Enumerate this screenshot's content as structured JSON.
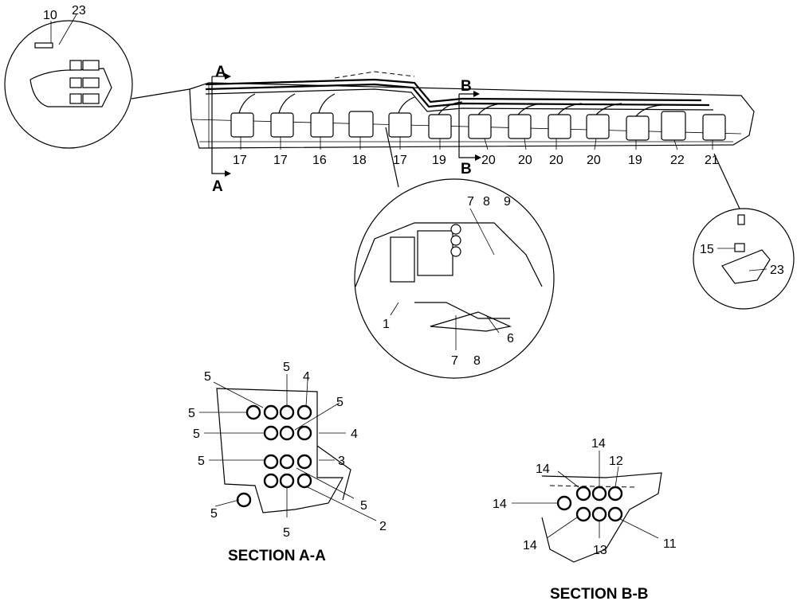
{
  "section_markers": {
    "a_top": "A",
    "a_bottom": "A",
    "b_top": "B",
    "b_bottom": "B"
  },
  "main_callouts": [
    "17",
    "17",
    "16",
    "18",
    "17",
    "19",
    "20",
    "20",
    "20",
    "20",
    "19",
    "22",
    "21"
  ],
  "detail_left": {
    "top_left": "10",
    "top_right": "23"
  },
  "detail_center": {
    "top1": "7",
    "top2": "8",
    "top3": "9",
    "left": "1",
    "right": "6",
    "bottom1": "7",
    "bottom2": "8"
  },
  "detail_right": {
    "left": "15",
    "right": "23"
  },
  "section_aa": {
    "title": "SECTION  A-A",
    "labels": [
      "5",
      "5",
      "4",
      "5",
      "5",
      "5",
      "4",
      "5",
      "3",
      "5",
      "5",
      "2",
      "5"
    ]
  },
  "section_bb": {
    "title": "SECTION  B-B",
    "labels": [
      "14",
      "14",
      "12",
      "14",
      "14",
      "13",
      "11"
    ]
  }
}
